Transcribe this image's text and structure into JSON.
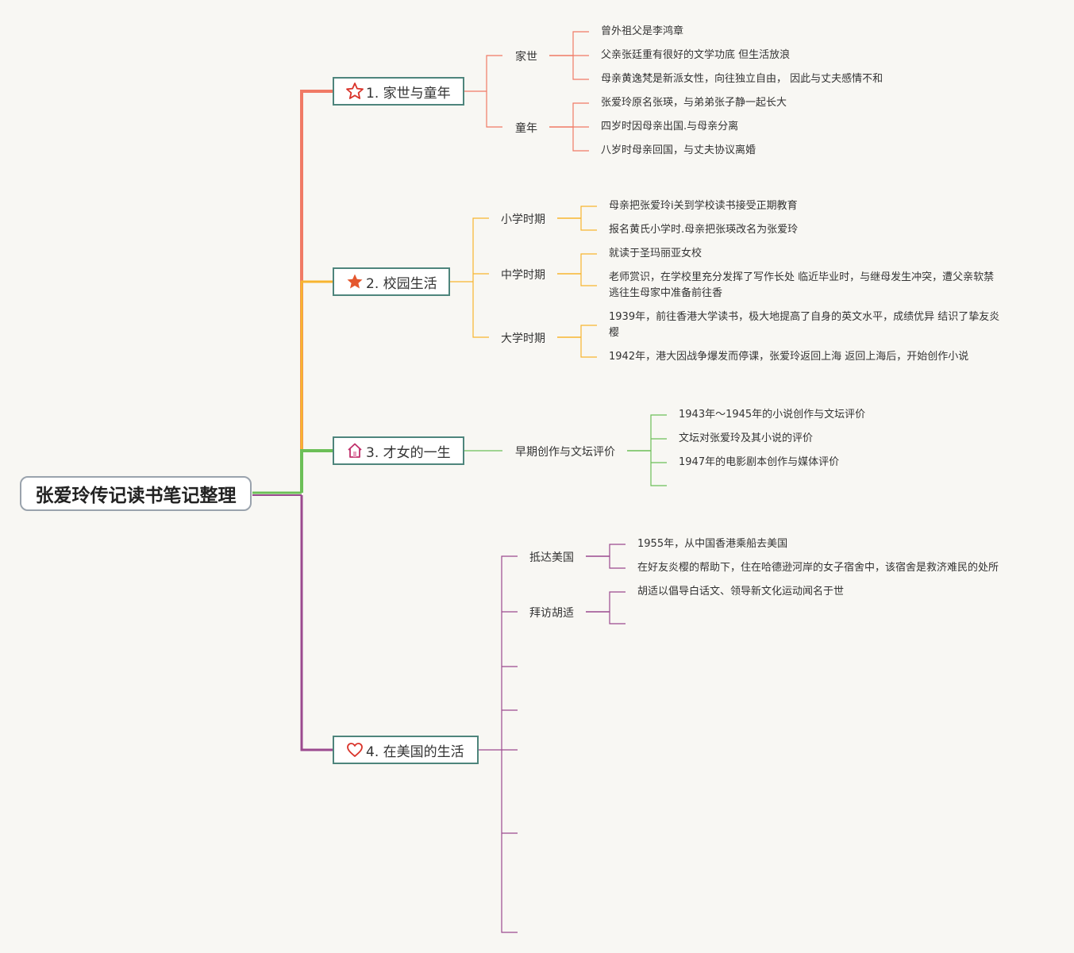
{
  "root": {
    "title": "张爱玲传记读书笔记整理"
  },
  "colors": {
    "b1": "#f07a65",
    "b2": "#f7b52f",
    "b3": "#6cbf57",
    "b4": "#9b4a8f",
    "root_border": "#9aa3ad",
    "node_border": "#4e857c"
  },
  "branches": [
    {
      "icon": "star-outline-icon",
      "title": "1. 家世与童年",
      "children": [
        {
          "label": "家世",
          "leaves": [
            "曾外祖父是李鸿章",
            "父亲张廷重有很好的文学功底 但生活放浪",
            "母亲黄逸梵是新派女性，向往独立自由， 因此与丈夫感情不和"
          ]
        },
        {
          "label": "童年",
          "leaves": [
            "张爱玲原名张瑛，与弟弟张子静一起长大",
            "四岁时因母亲出国.与母亲分离",
            "八岁时母亲回国，与丈夫协议离婚"
          ]
        }
      ]
    },
    {
      "icon": "star-filled-icon",
      "title": "2. 校园生活",
      "children": [
        {
          "label": "小学时期",
          "leaves": [
            "母亲把张爱玲i关到学校读书接受正期教育",
            "报名黄氏小学时.母亲把张瑛改名为张爱玲"
          ]
        },
        {
          "label": "中学时期",
          "leaves": [
            "就读于圣玛丽亚女校",
            "老师赏识，在学校里充分发挥了写作长处 临近毕业时，与继母发生冲突，遭父亲软禁 逃往生母家中准备前往香"
          ]
        },
        {
          "label": "大学时期",
          "leaves": [
            "1939年，前往香港大学读书，极大地提高了自身的英文水平，成绩优异 结识了挚友炎樱",
            "1942年，港大因战争爆发而停课，张爱玲返回上海 返回上海后，开始创作小说"
          ]
        }
      ]
    },
    {
      "icon": "house-icon",
      "title": "3. 才女的一生",
      "children": [
        {
          "label": "早期创作与文坛评价",
          "leaves": [
            "1943年～1945年的小说创作与文坛评价",
            "文坛对张爱玲及其小说的评价",
            "1947年的电影剧本创作与媒体评价",
            ""
          ]
        }
      ]
    },
    {
      "icon": "heart-outline-icon",
      "title": "4. 在美国的生活",
      "children": [
        {
          "label": "抵达美国",
          "leaves": [
            "1955年，从中国香港乘船去美国",
            "在好友炎樱的帮助下，住在哈德逊河岸的女子宿舍中，该宿舍是救济难民的处所"
          ]
        },
        {
          "label": "拜访胡适",
          "leaves": [
            "胡适以倡导白话文、领导新文化运动闻名于世",
            ""
          ]
        },
        {
          "label": "",
          "leaves": []
        },
        {
          "label": "",
          "leaves": []
        },
        {
          "label": "",
          "leaves": []
        },
        {
          "label": "",
          "leaves": []
        },
        {
          "label": "",
          "leaves": []
        }
      ]
    }
  ]
}
